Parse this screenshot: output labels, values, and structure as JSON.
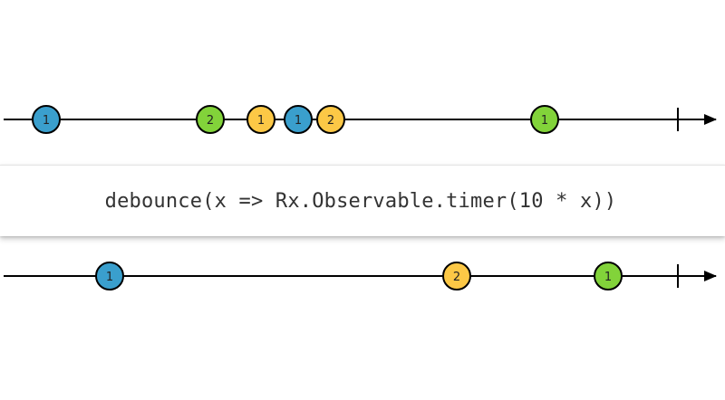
{
  "colors": {
    "blue": "#3a9fcd",
    "green": "#82d33a",
    "yellow": "#fcc846",
    "line": "#000000"
  },
  "operator": {
    "label": "debounce(x => Rx.Observable.timer(10 * x))"
  },
  "input_timeline": {
    "marbles": [
      {
        "label": "1",
        "color": "blue"
      },
      {
        "label": "2",
        "color": "green"
      },
      {
        "label": "1",
        "color": "yellow"
      },
      {
        "label": "1",
        "color": "blue"
      },
      {
        "label": "2",
        "color": "yellow"
      },
      {
        "label": "1",
        "color": "green"
      }
    ]
  },
  "output_timeline": {
    "marbles": [
      {
        "label": "1",
        "color": "blue"
      },
      {
        "label": "2",
        "color": "yellow"
      },
      {
        "label": "1",
        "color": "green"
      }
    ]
  }
}
